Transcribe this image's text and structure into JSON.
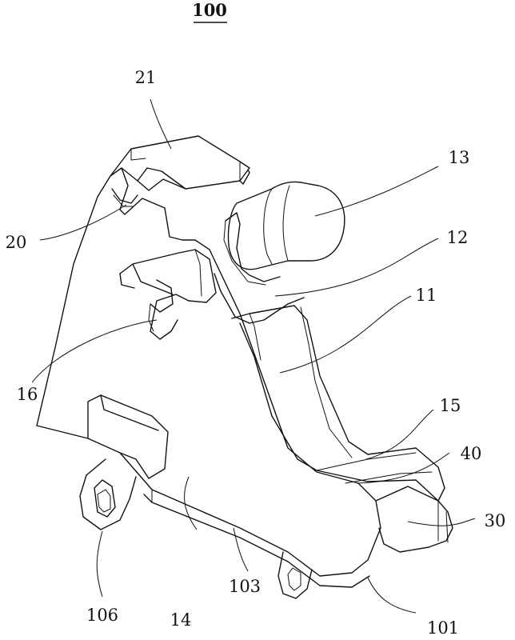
{
  "figure": {
    "title": "100",
    "labels": {
      "l13": "13",
      "l12": "12",
      "l11": "11",
      "l15": "15",
      "l40": "40",
      "l30": "30",
      "l21": "21",
      "l20": "20",
      "l16": "16",
      "l106": "106",
      "l14": "14",
      "l103": "103",
      "l101": "101"
    }
  }
}
